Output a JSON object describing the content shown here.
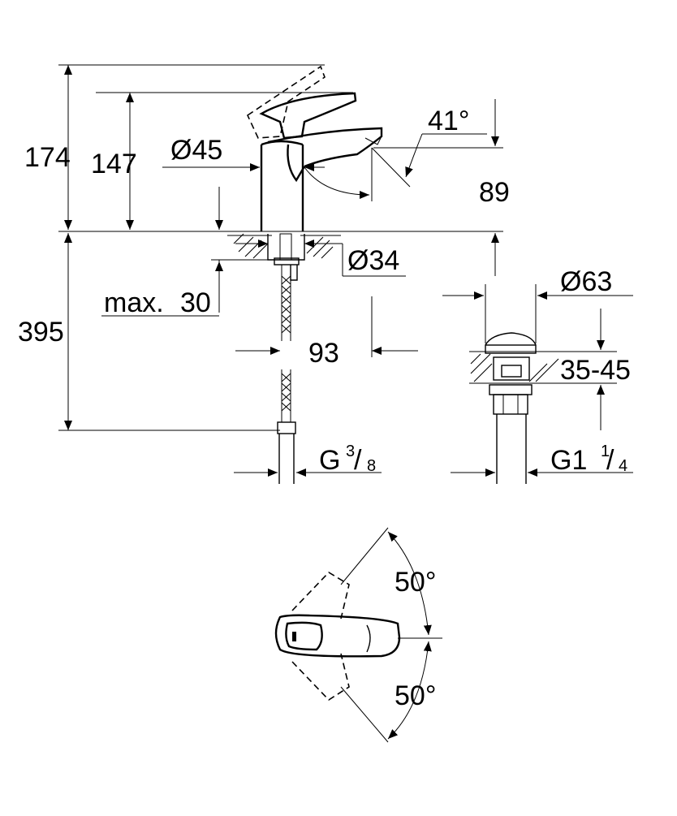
{
  "dimensions": {
    "total_height": "174",
    "lever_height": "147",
    "body_diameter": "Ø45",
    "spout_angle": "41°",
    "spout_height": "89",
    "hole_diameter": "Ø34",
    "max_deck": "max.",
    "max_deck_value": "30",
    "hose_length": "395",
    "reach": "93",
    "hose_thread": "G",
    "hose_thread_num": "3",
    "hose_thread_den": "8",
    "waste_diameter": "Ø63",
    "waste_thickness": "35-45",
    "waste_thread": "G1",
    "waste_thread_num": "1",
    "waste_thread_den": "4",
    "swing_angle_top": "50°",
    "swing_angle_bottom": "50°"
  }
}
